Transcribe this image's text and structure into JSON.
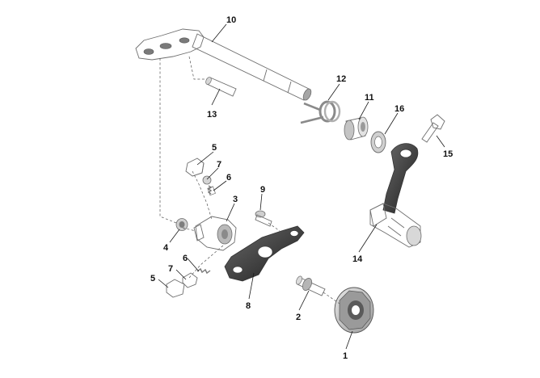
{
  "diagram": {
    "colors": {
      "part_fill_light": "#d9d9d9",
      "part_fill_mid": "#b5b5b5",
      "part_fill_dark": "#8a8a8a",
      "part_fill_black": "#2b2b2b",
      "outline": "#6e6e6e",
      "leader": "#1a1a1a"
    },
    "callouts": [
      {
        "id": "1",
        "label": "1"
      },
      {
        "id": "2",
        "label": "2"
      },
      {
        "id": "3",
        "label": "3"
      },
      {
        "id": "4",
        "label": "4"
      },
      {
        "id": "5a",
        "label": "5"
      },
      {
        "id": "5b",
        "label": "5"
      },
      {
        "id": "6a",
        "label": "6"
      },
      {
        "id": "6b",
        "label": "6"
      },
      {
        "id": "7a",
        "label": "7"
      },
      {
        "id": "7b",
        "label": "7"
      },
      {
        "id": "8",
        "label": "8"
      },
      {
        "id": "9",
        "label": "9"
      },
      {
        "id": "10",
        "label": "10"
      },
      {
        "id": "11",
        "label": "11"
      },
      {
        "id": "12",
        "label": "12"
      },
      {
        "id": "13",
        "label": "13"
      },
      {
        "id": "14",
        "label": "14"
      },
      {
        "id": "15",
        "label": "15"
      },
      {
        "id": "16",
        "label": "16"
      }
    ]
  }
}
